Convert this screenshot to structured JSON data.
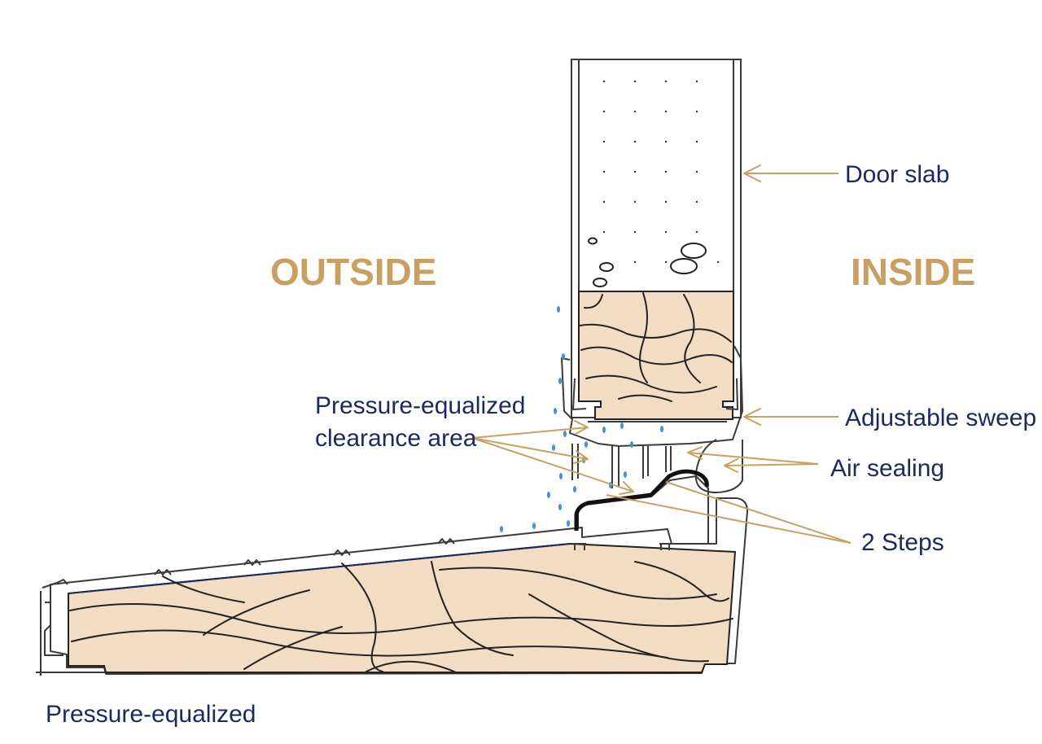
{
  "zones": {
    "outside": "OUTSIDE",
    "inside": "INSIDE"
  },
  "labels": {
    "door_slab": "Door slab",
    "adjustable_sweep": "Adjustable sweep",
    "pressure_equalized_line1": "Pressure-equalized",
    "pressure_equalized_line2": "clearance area",
    "air_sealing": "Air sealing",
    "two_steps": "2 Steps",
    "caption": "Pressure-equalized"
  },
  "colors": {
    "label_text": "#1b2a5e",
    "zone_text": "#c9a063",
    "leader": "#c9a063",
    "wood": "#f2dcc4",
    "water": "#4a8fd1"
  }
}
